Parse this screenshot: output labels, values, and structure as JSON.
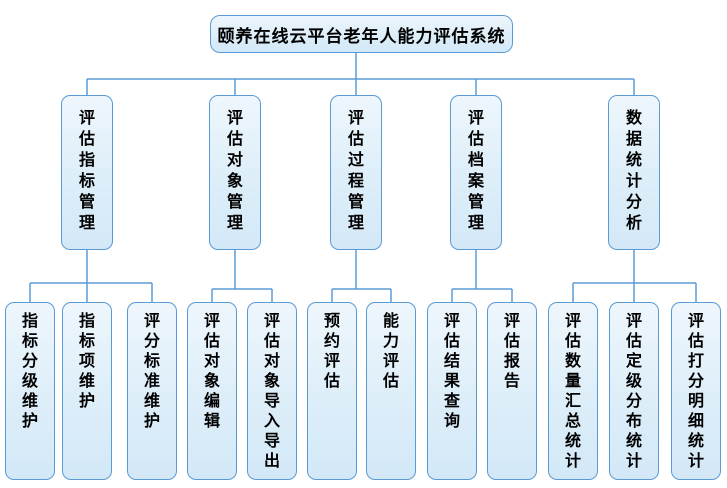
{
  "diagram": {
    "title": "颐养在线云平台老年人能力评估系统",
    "groups": [
      {
        "label": "评估指标管理",
        "children": [
          "指标分级维护",
          "指标项维护",
          "评分标准维护"
        ]
      },
      {
        "label": "评估对象管理",
        "children": [
          "评估对象编辑",
          "评估对象导入导出"
        ]
      },
      {
        "label": "评估过程管理",
        "children": [
          "预约评估",
          "能力评估"
        ]
      },
      {
        "label": "评估档案管理",
        "children": [
          "评估结果查询",
          "评估报告"
        ]
      },
      {
        "label": "数据统计分析",
        "children": [
          "评估数量汇总统计",
          "评估定级分布统计",
          "评估打分明细统计"
        ]
      }
    ],
    "colors": {
      "node_border": "#5b9bd5",
      "node_fill_top": "#eef6fc",
      "node_fill_bottom": "#d3e8f7",
      "connector": "#5b9bd5",
      "text": "#000000",
      "background": "#ffffff"
    }
  }
}
